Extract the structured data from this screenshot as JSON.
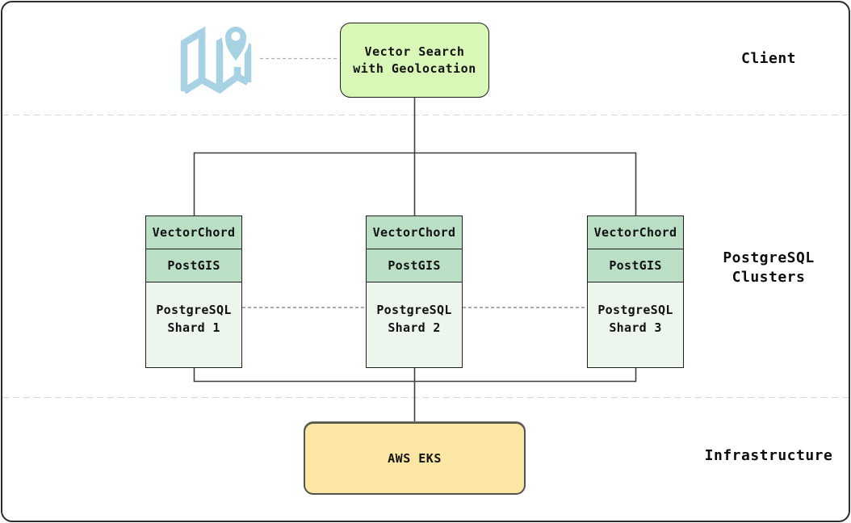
{
  "sections": {
    "client": {
      "label": "Client",
      "node_label": "Vector Search\nwith Geolocation",
      "icon": "map-location-icon"
    },
    "clusters": {
      "label": "PostgreSQL\nClusters",
      "shards": [
        {
          "layer1": "VectorChord",
          "layer2": "PostGIS",
          "name": "PostgreSQL\nShard 1"
        },
        {
          "layer1": "VectorChord",
          "layer2": "PostGIS",
          "name": "PostgreSQL\nShard 2"
        },
        {
          "layer1": "VectorChord",
          "layer2": "PostGIS",
          "name": "PostgreSQL\nShard 3"
        }
      ]
    },
    "infrastructure": {
      "label": "Infrastructure",
      "node_label": "AWS EKS"
    }
  },
  "colors": {
    "client_node_bg": "#d9f7b7",
    "shard_layer_bg": "#badfc5",
    "shard_body_bg": "#edf6ec",
    "eks_node_bg": "#fce6a4",
    "map_icon_blue": "#a6d2e4",
    "node_border": "#1f1f1f",
    "connector_solid": "#3f3f3f",
    "connector_dashed": "#787878",
    "lane_divider": "#d7d7d7"
  }
}
